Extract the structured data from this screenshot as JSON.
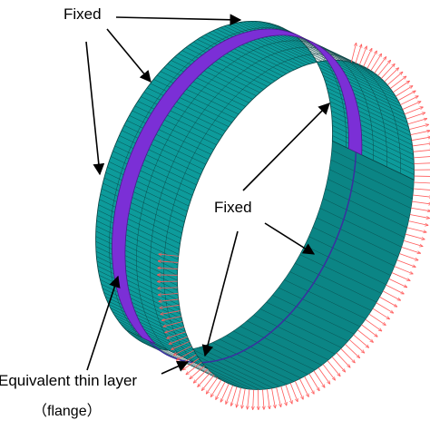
{
  "labels": {
    "fixed_top": "Fixed",
    "fixed_mid": "Fixed",
    "equivalent_layer": "Equivalent thin layer",
    "flange": "（flange）"
  },
  "colors": {
    "mesh_fill": "#0d9b9b",
    "mesh_lines": "#0a4545",
    "flange_band": "#7b2fd6",
    "load_arrows": "#ff5a5a",
    "inner_fill": "#0b8585",
    "annotation": "#000000"
  },
  "icons": {
    "annotation_arrow": "arrow-icon",
    "load_arrow": "radial-load-arrow"
  }
}
